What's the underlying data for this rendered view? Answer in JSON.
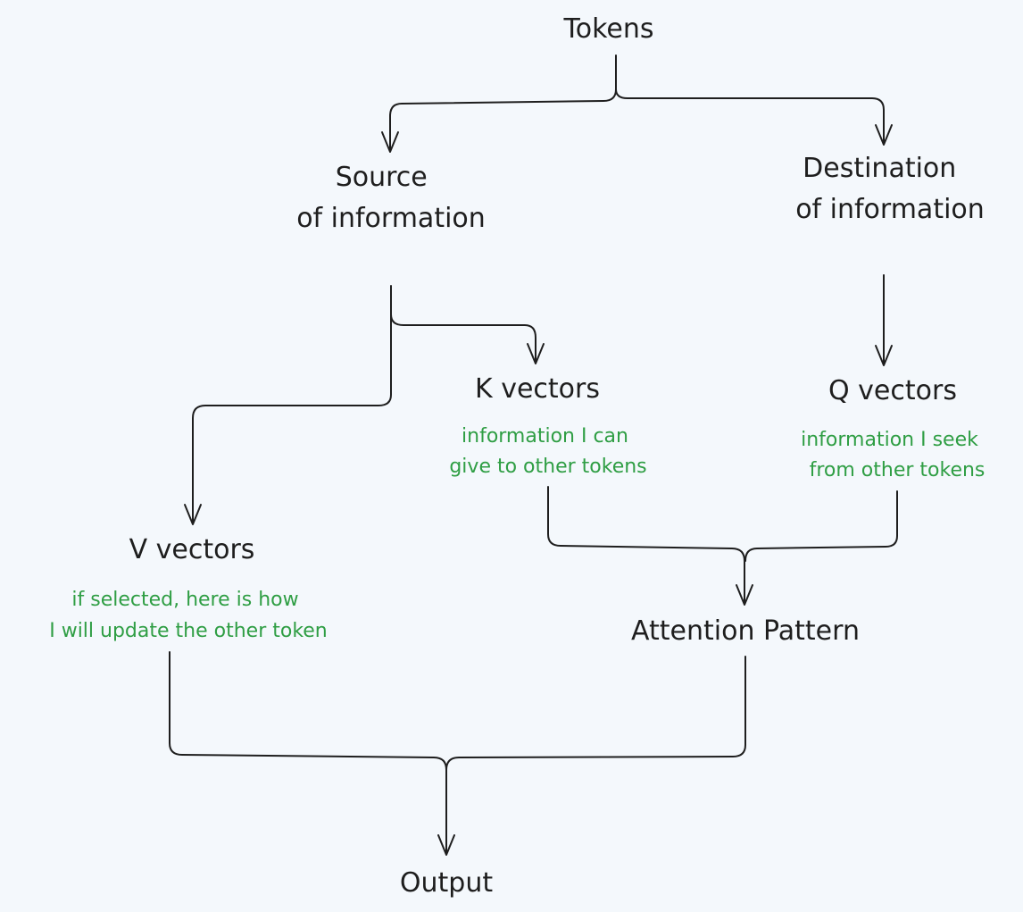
{
  "nodes": {
    "tokens": {
      "lines": [
        "Tokens"
      ]
    },
    "source": {
      "lines": [
        "Source",
        "of information"
      ]
    },
    "destination": {
      "lines": [
        "Destination",
        "of information"
      ]
    },
    "k_vectors": {
      "lines": [
        "K vectors"
      ],
      "note": [
        "information I can",
        "give to other tokens"
      ]
    },
    "q_vectors": {
      "lines": [
        "Q vectors"
      ],
      "note": [
        "information I seek",
        "from other tokens"
      ]
    },
    "v_vectors": {
      "lines": [
        "V vectors"
      ],
      "note": [
        "if selected, here is how",
        "I will update the other token"
      ]
    },
    "attention_pattern": {
      "lines": [
        "Attention Pattern"
      ]
    },
    "output": {
      "lines": [
        "Output"
      ]
    }
  },
  "colors": {
    "background": "#f4f8fc",
    "text": "#1e1e1e",
    "note": "#2f9e44",
    "stroke": "#1e1e1e"
  }
}
